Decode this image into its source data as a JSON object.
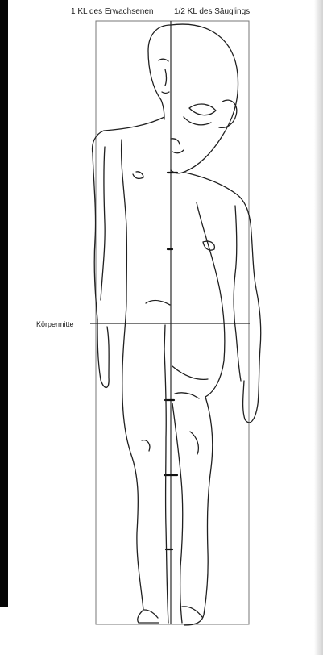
{
  "header": {
    "left_label": "1 KL des Erwachsenen",
    "right_label": "1/2 KL des Säuglings"
  },
  "labels": {
    "body_middle": "Körpermitte"
  },
  "colors": {
    "ink": "#1b1b1b",
    "frame": "#777777",
    "edge": "#060606"
  }
}
